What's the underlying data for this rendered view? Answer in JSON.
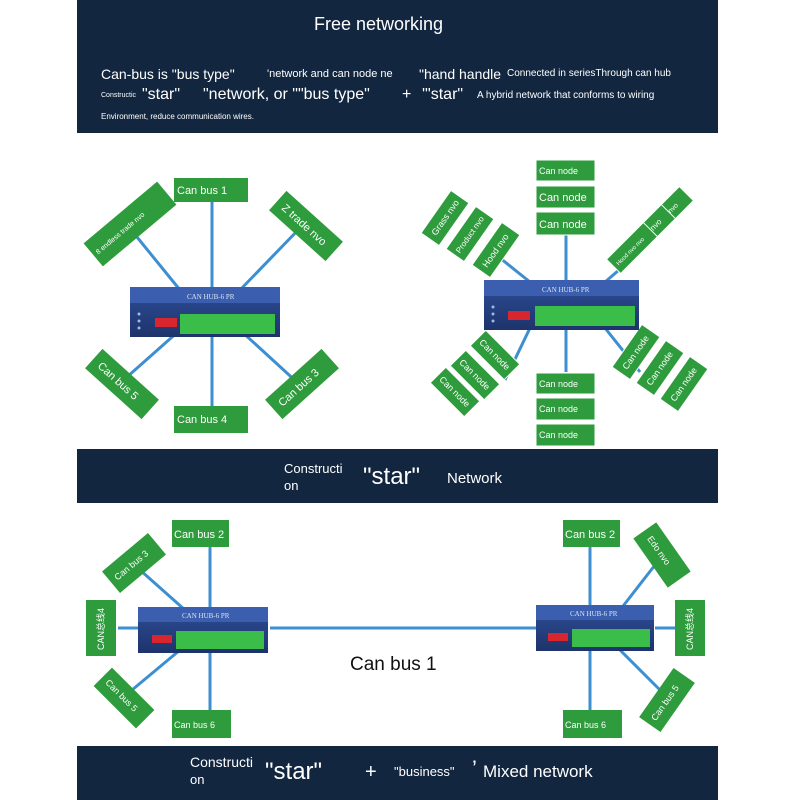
{
  "header": {
    "title": "Free networking",
    "line1_a": "Can-bus is \"bus type\"",
    "line1_b": "'network and can node ne",
    "line1_c": "\"hand handle",
    "line1_d": "Connected in seriesThrough can hub",
    "line2_a": "Constructic",
    "line2_b": "\"star\"",
    "line2_c": "\"network, or \"\"bus type\"",
    "line2_d": "+",
    "line2_e": "'\"star\"",
    "line2_f": "A hybrid network that conforms to wiring",
    "line3": "Environment, reduce communication wires."
  },
  "star_band": {
    "construction": "Constructi",
    "construction_2": "on",
    "star": "\"star\"",
    "network": "Network"
  },
  "bottom_band": {
    "construction": "Constructi",
    "construction_2": "on",
    "star": "\"star\"",
    "plus": "+",
    "business": "\"business\"",
    "apostrophe": "’",
    "mixed": "Mixed network"
  },
  "hub_label": "CAN HUB-6 PR",
  "left_star": {
    "top": "Can bus 1",
    "top_left": "8 endless trade nvo",
    "top_right": "Z trade nvo",
    "bottom_left": "Can bus 5",
    "bottom": "Can bus 4",
    "bottom_right": "Can bus 3"
  },
  "right_star": {
    "top_nodes": [
      "Can node",
      "Can node",
      "Can node"
    ],
    "top_left_nodes": [
      "Grass nvo",
      "Product nvo",
      "Hood nvo"
    ],
    "top_right_nodes": [
      "Cover nvo",
      "Hood nvo",
      "Hood nvo nvo"
    ],
    "bottom_left_nodes": [
      "Can node",
      "Can node",
      "Can node"
    ],
    "bottom_nodes": [
      "Can node",
      "Can node",
      "Can node"
    ],
    "bottom_right_nodes": [
      "Can node",
      "Can node",
      "Can node"
    ]
  },
  "mixed_left": {
    "top": "Can bus 2",
    "top_left": "Can bus 3",
    "left": "CAN总线4",
    "bottom_left": "Can bus 5",
    "bottom": "Can bus 6"
  },
  "mixed_right": {
    "top": "Can bus 2",
    "top_right": "Edo nvo",
    "right": "CAN总线4",
    "bottom_right": "Can bus 5",
    "bottom": "Can bus 6"
  },
  "middle_bus": "Can bus 1",
  "colors": {
    "band": "#12263f",
    "node_green": "#2e9b3c",
    "cable_blue": "#3d8fd1",
    "hub_blue": "#243f82"
  }
}
